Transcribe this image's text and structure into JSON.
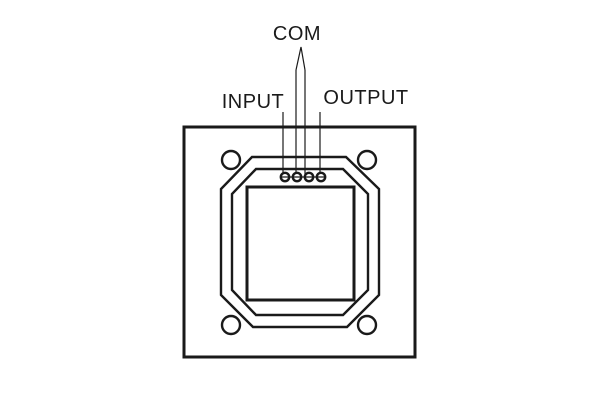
{
  "labels": {
    "com": "COM",
    "input": "INPUT",
    "output": "OUTPUT"
  },
  "colors": {
    "line": "#1a1a1a",
    "background": "#ffffff"
  }
}
